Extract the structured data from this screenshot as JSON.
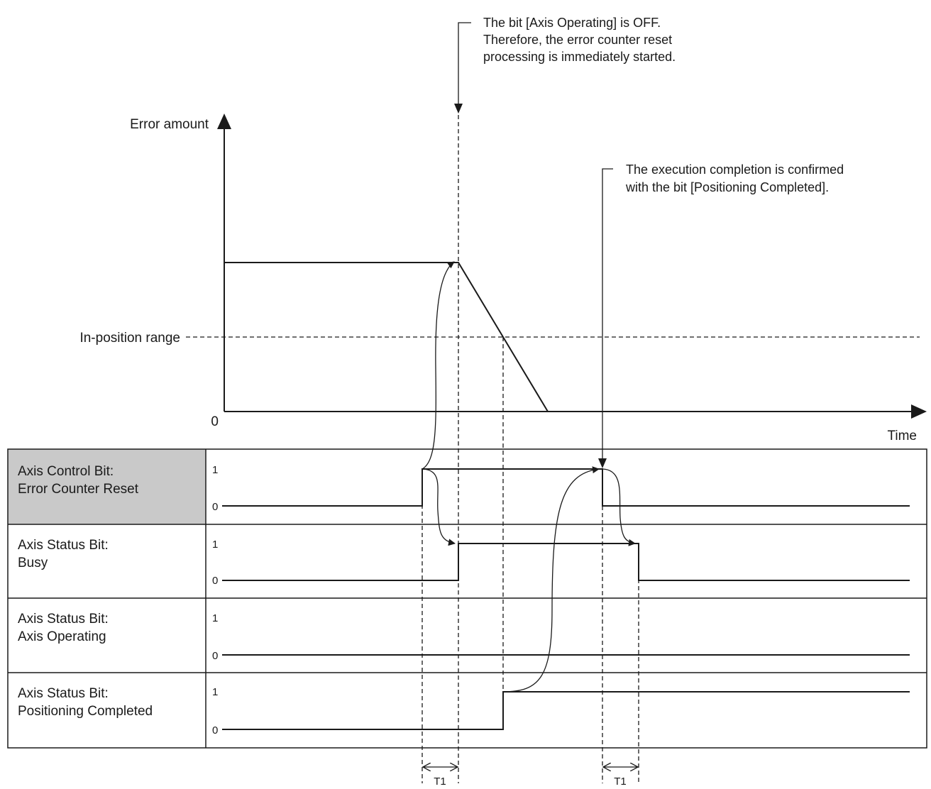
{
  "annotations": {
    "axis_operating_off": [
      "The bit [Axis Operating] is OFF.",
      "Therefore, the error counter reset",
      "processing is immediately started."
    ],
    "execution_completion": [
      "The execution completion is confirmed",
      "with the bit [Positioning Completed]."
    ]
  },
  "graph": {
    "y_axis_label": "Error amount",
    "in_position_label": "In-position range",
    "origin_label": "0",
    "x_axis_label": "Time"
  },
  "signals": [
    {
      "name_line1": "Axis Control Bit:",
      "name_line2": "Error Counter Reset",
      "high": "1",
      "low": "0",
      "shaded": true
    },
    {
      "name_line1": "Axis Status Bit:",
      "name_line2": "Busy",
      "high": "1",
      "low": "0",
      "shaded": false
    },
    {
      "name_line1": "Axis Status Bit:",
      "name_line2": "Axis Operating",
      "high": "1",
      "low": "0",
      "shaded": false
    },
    {
      "name_line1": "Axis Status Bit:",
      "name_line2": "Positioning Completed",
      "high": "1",
      "low": "0",
      "shaded": false
    }
  ],
  "timing": {
    "t1_label_left": "T1",
    "t1_label_right": "T1"
  },
  "colors": {
    "line": "#1a1a1a",
    "header_shade": "#c9c9c9"
  }
}
